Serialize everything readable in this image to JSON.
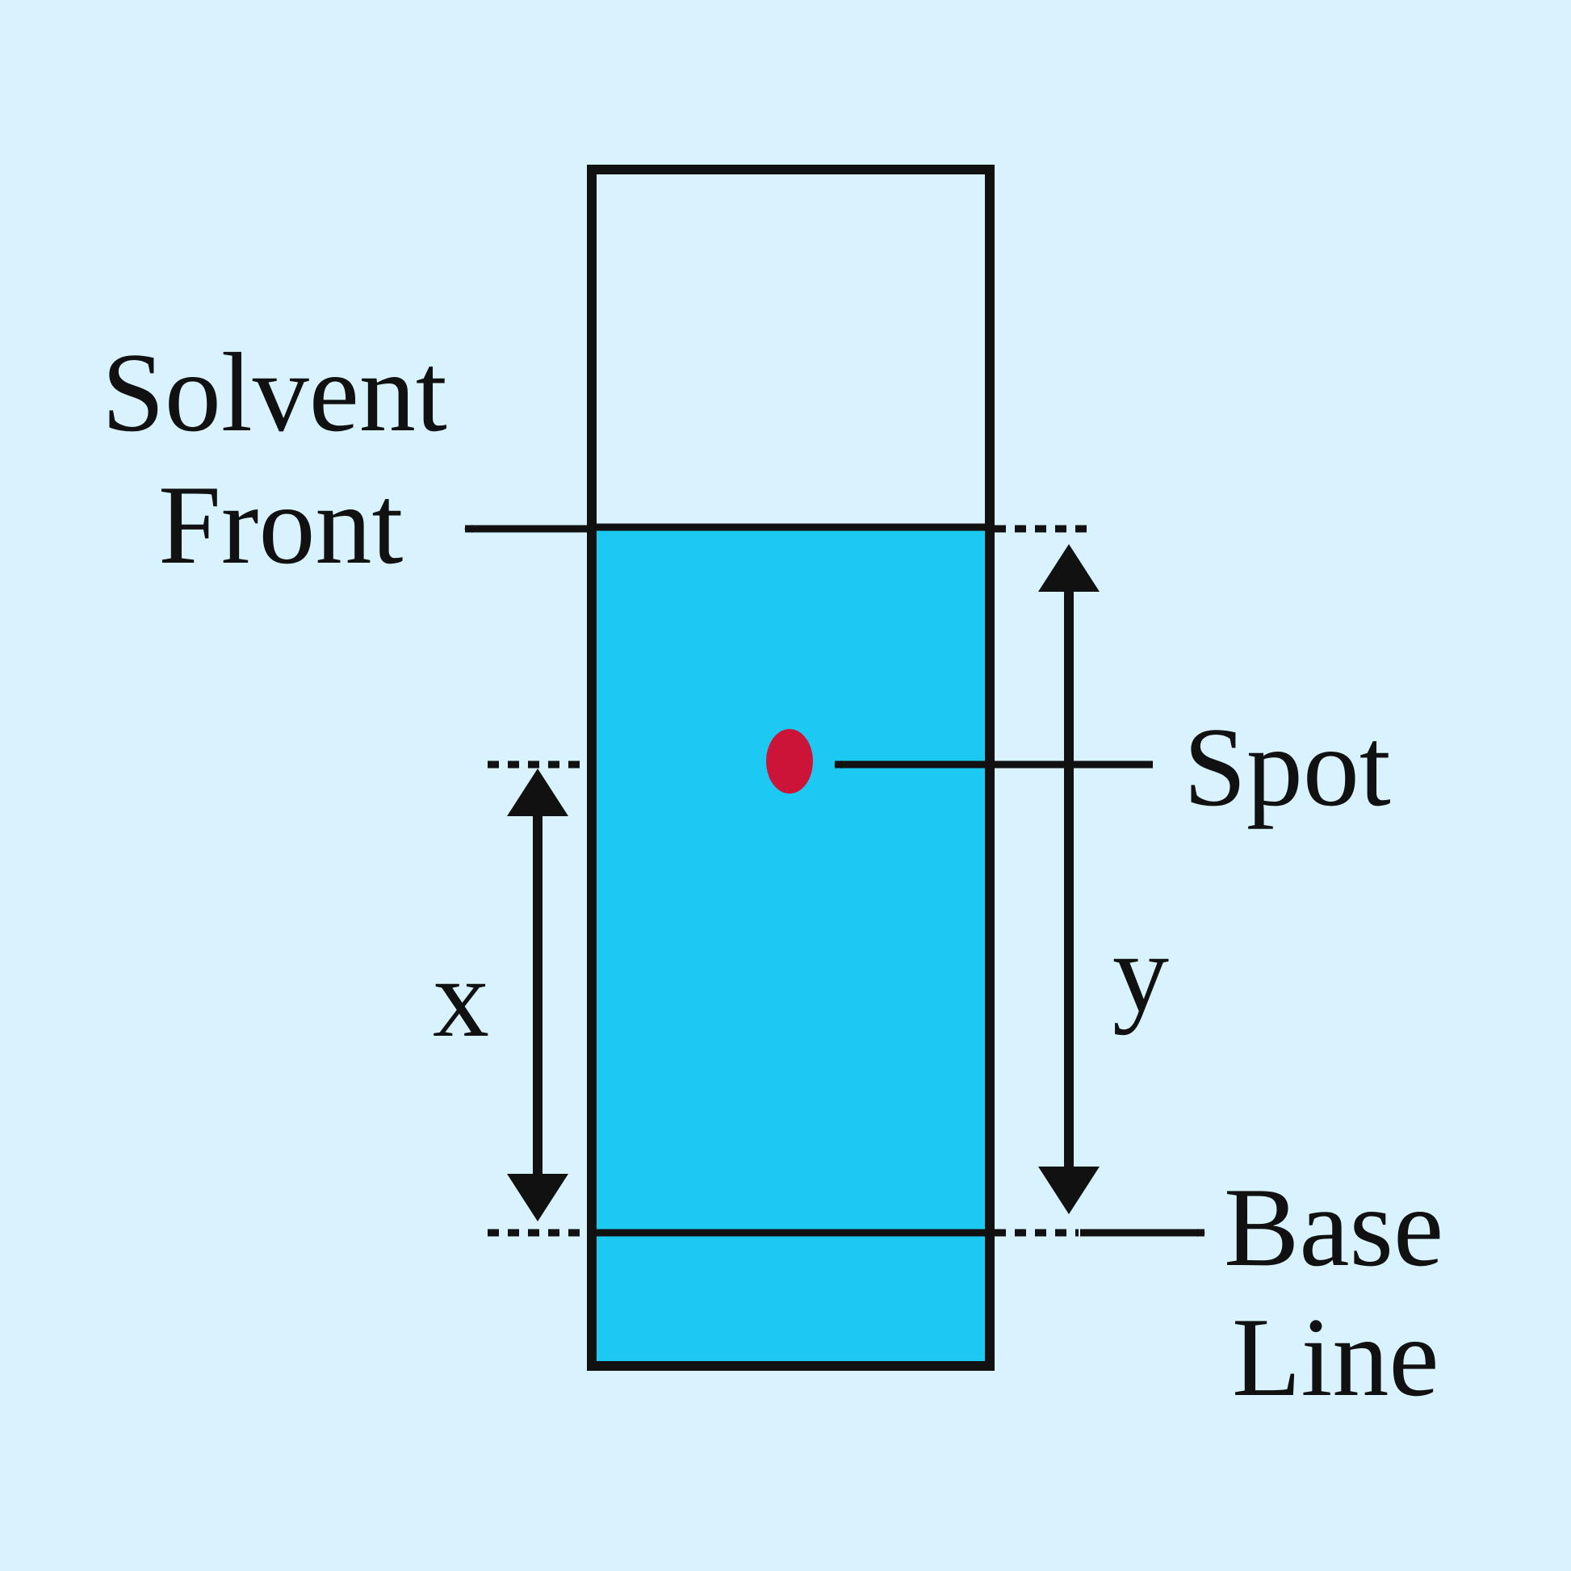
{
  "labels": {
    "solvent_front_line1": "Solvent",
    "solvent_front_line2": "Front",
    "spot": "Spot",
    "base_line_line1": "Base",
    "base_line_line2": "Line",
    "distance_x": "x",
    "distance_y": "y"
  },
  "colors": {
    "background": "#d8f3fd",
    "plate_upper": "#d8f3fd",
    "solvent": "#1ec9f1",
    "spot": "#cc1438",
    "outline": "#111111"
  },
  "icons": [
    "arrow-left-icon",
    "arrow-right-icon",
    "double-arrow-icon"
  ]
}
